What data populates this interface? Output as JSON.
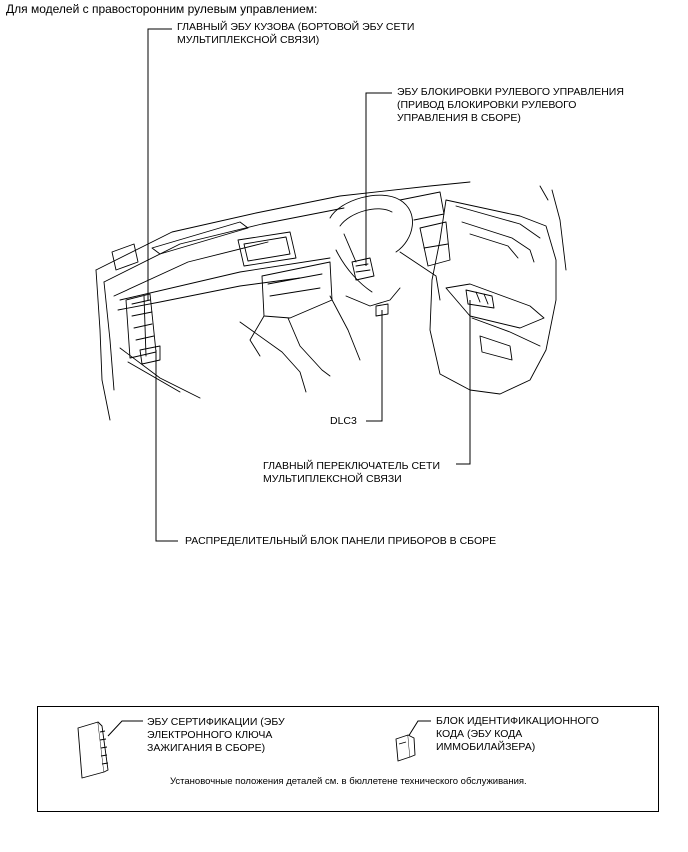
{
  "heading": "Для моделей с правосторонним рулевым управлением:",
  "labels": {
    "main_body_ecu": [
      "ГЛАВНЫЙ ЭБУ КУЗОВА (БОРТОВОЙ ЭБУ СЕТИ",
      "МУЛЬТИПЛЕКСНОЙ СВЯЗИ)"
    ],
    "steering_lock_ecu": [
      "ЭБУ БЛОКИРОВКИ РУЛЕВОГО УПРАВЛЕНИЯ",
      "(ПРИВОД БЛОКИРОВКИ РУЛЕВОГО",
      "УПРАВЛЕНИЯ В СБОРЕ)"
    ],
    "dlc3": "DLC3",
    "multiplex_switch": [
      "ГЛАВНЫЙ ПЕРЕКЛЮЧАТЕЛЬ СЕТИ",
      "МУЛЬТИПЛЕКСНОЙ СВЯЗИ"
    ],
    "junction_block": "РАСПРЕДЕЛИТЕЛЬНЫЙ БЛОК ПАНЕЛИ ПРИБОРОВ В СБОРЕ"
  },
  "legend": {
    "certification_ecu": [
      "ЭБУ СЕРТИФИКАЦИИ (ЭБУ",
      "ЭЛЕКТРОННОГО КЛЮЧА",
      "ЗАЖИГАНИЯ В СБОРЕ)"
    ],
    "transponder_ecu": [
      "БЛОК ИДЕНТИФИКАЦИОННОГО",
      "КОДА (ЭБУ КОДА",
      "ИММОБИЛАЙЗЕРА)"
    ],
    "note": "Установочные положения деталей см. в бюллетене технического обслуживания."
  }
}
